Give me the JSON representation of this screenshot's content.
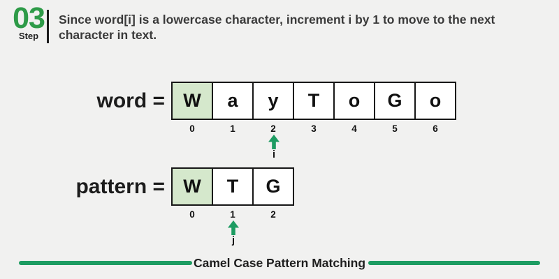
{
  "header": {
    "step_number": "03",
    "step_label": "Step",
    "description": "Since word[i] is a lowercase character, increment i by 1 to move to the next character in text."
  },
  "word_row": {
    "label": "word =",
    "cells": [
      "W",
      "a",
      "y",
      "T",
      "o",
      "G",
      "o"
    ],
    "indices": [
      "0",
      "1",
      "2",
      "3",
      "4",
      "5",
      "6"
    ],
    "highlight_index": 0,
    "pointer": {
      "index": 2,
      "label": "i"
    }
  },
  "pattern_row": {
    "label": "pattern =",
    "cells": [
      "W",
      "T",
      "G"
    ],
    "indices": [
      "0",
      "1",
      "2"
    ],
    "highlight_index": 0,
    "pointer": {
      "index": 1,
      "label": "j"
    }
  },
  "footer": {
    "title": "Camel Case Pattern Matching"
  },
  "colors": {
    "accent_green": "#2e9b48",
    "arrow_green": "#1d9c62",
    "line_green": "#1d9c62",
    "cell_highlight": "#d5e8cc",
    "background": "#f1f1f0",
    "text_dark": "#3a3a3a"
  }
}
